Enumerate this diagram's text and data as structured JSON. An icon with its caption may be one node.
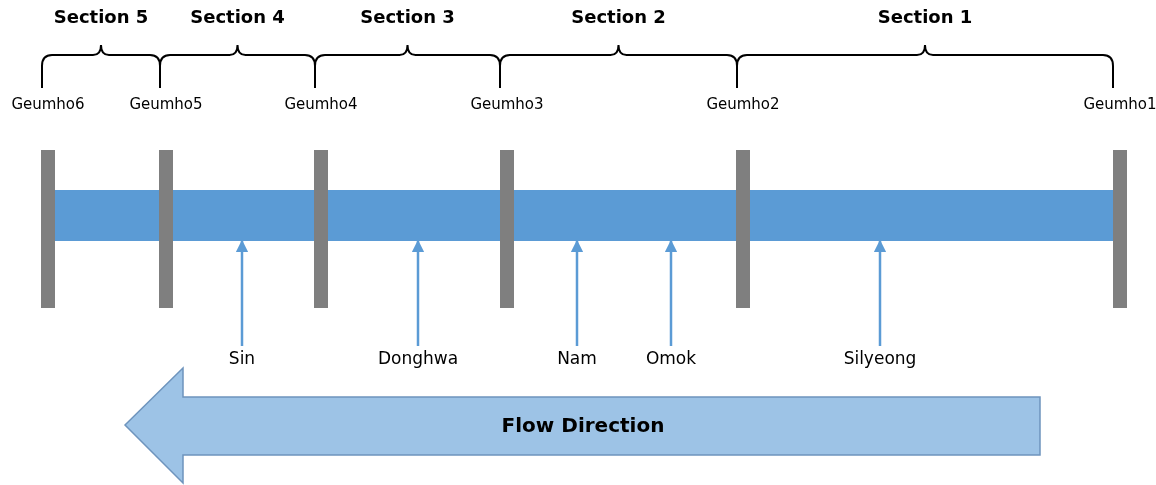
{
  "diagram": {
    "nodes": [
      {
        "text": [],
        "shape": "bar"
      },
      {
        "text": [],
        "shape": "bar"
      },
      {
        "text": [],
        "shape": "bar"
      },
      {
        "text": [],
        "shape": "bar"
      },
      {
        "text": [],
        "shape": "bar"
      },
      {
        "text": [
          "Geumho6"
        ]
      },
      {
        "text": [
          "Geumho5"
        ]
      },
      {
        "text": [
          "Geumho4"
        ]
      },
      {
        "text": [
          "Geumho3"
        ]
      },
      {
        "text": [
          "Geumho2"
        ]
      },
      {
        "text": [
          "Geumho1"
        ]
      },
      {
        "text": [
          "Sin"
        ]
      },
      {
        "text": [
          "Donghwa"
        ]
      },
      {
        "text": [
          "Nam"
        ]
      },
      {
        "text": [
          "Omok"
        ]
      },
      {
        "text": [
          "Silyeong"
        ]
      },
      {
        "text": [
          "Flow Direction"
        ]
      }
    ],
    "edges": [
      {
        "from": 11,
        "to": 1,
        "arrow": "to"
      },
      {
        "from": 12,
        "to": 2,
        "arrow": "to"
      },
      {
        "from": 13,
        "to": 3,
        "arrow": "to"
      },
      {
        "from": 14,
        "to": 3,
        "arrow": "to"
      },
      {
        "from": 15,
        "to": 4,
        "arrow": "to"
      }
    ],
    "labels": [
      "Section 5",
      "Section 4",
      "Section 3",
      "Section 2",
      "Section 1"
    ]
  }
}
